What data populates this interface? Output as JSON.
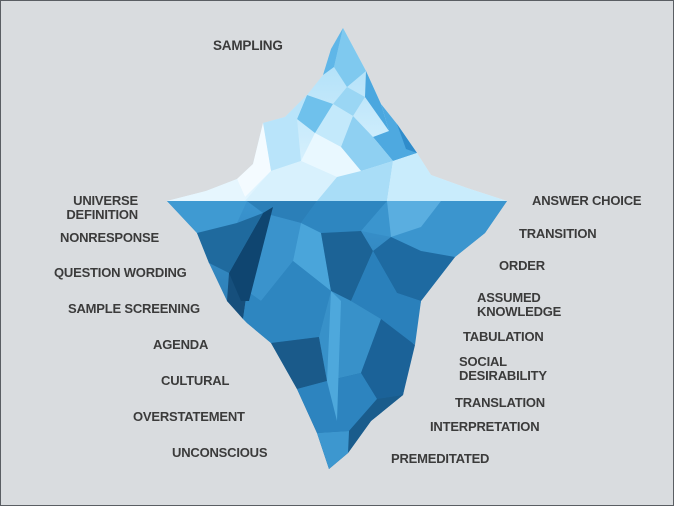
{
  "top_label": "SAMPLING",
  "left_labels": [
    "UNIVERSE\nDEFINITION",
    "NONRESPONSE",
    "QUESTION WORDING",
    "SAMPLE SCREENING",
    "AGENDA",
    "CULTURAL",
    "OVERSTATEMENT",
    "UNCONSCIOUS"
  ],
  "right_labels": [
    "ANSWER CHOICE",
    "TRANSITION",
    "ORDER",
    "ASSUMED\nKNOWLEDGE",
    "TABULATION",
    "SOCIAL\nDESIRABILITY",
    "TRANSLATION",
    "INTERPRETATION",
    "PREMEDITATED"
  ],
  "colors": {
    "background": "#d9dcdf",
    "text": "#3b3b3b",
    "above_water_light": "#cfeefc",
    "above_water_mid": "#8fd0f2",
    "below_water_mid": "#2f86be",
    "below_water_dark": "#124f7e"
  }
}
